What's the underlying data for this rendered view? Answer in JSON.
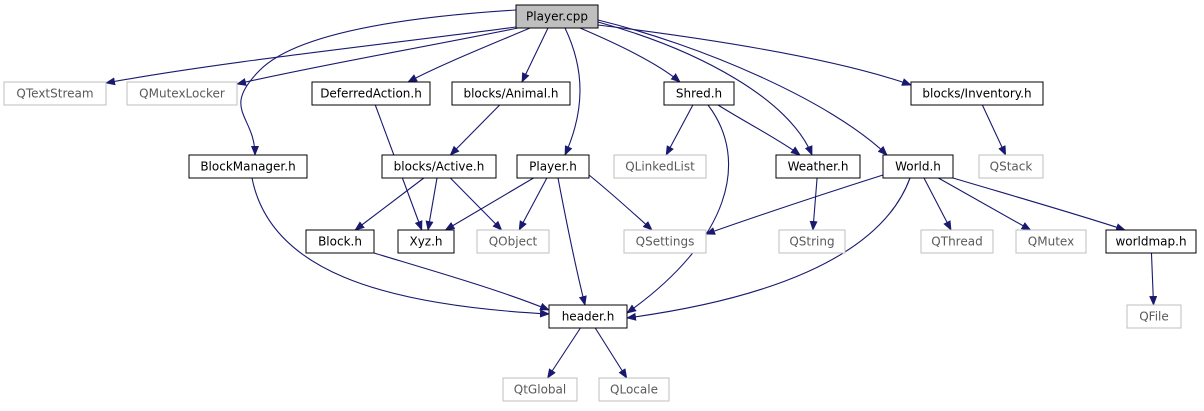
{
  "colors": {
    "edge": "#191970",
    "node_border_defined": "#000000",
    "node_border_external": "#bfbfbf",
    "root_fill": "#bfbfbf",
    "text_defined": "#000000",
    "text_external": "#5a5a5a"
  },
  "nodes": [
    {
      "id": "player_cpp",
      "label": "Player.cpp",
      "kind": "root"
    },
    {
      "id": "qtextstream",
      "label": "QTextStream",
      "kind": "external"
    },
    {
      "id": "qmutexlocker",
      "label": "QMutexLocker",
      "kind": "external"
    },
    {
      "id": "deferredaction_h",
      "label": "DeferredAction.h",
      "kind": "defined"
    },
    {
      "id": "animal_h",
      "label": "blocks/Animal.h",
      "kind": "defined"
    },
    {
      "id": "shred_h",
      "label": "Shred.h",
      "kind": "defined"
    },
    {
      "id": "inventory_h",
      "label": "blocks/Inventory.h",
      "kind": "defined"
    },
    {
      "id": "blockmanager_h",
      "label": "BlockManager.h",
      "kind": "defined"
    },
    {
      "id": "active_h",
      "label": "blocks/Active.h",
      "kind": "defined"
    },
    {
      "id": "player_h",
      "label": "Player.h",
      "kind": "defined"
    },
    {
      "id": "qlinkedlist",
      "label": "QLinkedList",
      "kind": "external"
    },
    {
      "id": "weather_h",
      "label": "Weather.h",
      "kind": "defined"
    },
    {
      "id": "world_h",
      "label": "World.h",
      "kind": "defined"
    },
    {
      "id": "qstack",
      "label": "QStack",
      "kind": "external"
    },
    {
      "id": "block_h",
      "label": "Block.h",
      "kind": "defined"
    },
    {
      "id": "xyz_h",
      "label": "Xyz.h",
      "kind": "defined"
    },
    {
      "id": "qobject",
      "label": "QObject",
      "kind": "external"
    },
    {
      "id": "qsettings",
      "label": "QSettings",
      "kind": "external"
    },
    {
      "id": "qstring",
      "label": "QString",
      "kind": "external"
    },
    {
      "id": "qthread",
      "label": "QThread",
      "kind": "external"
    },
    {
      "id": "qmutex",
      "label": "QMutex",
      "kind": "external"
    },
    {
      "id": "worldmap_h",
      "label": "worldmap.h",
      "kind": "defined"
    },
    {
      "id": "header_h",
      "label": "header.h",
      "kind": "defined"
    },
    {
      "id": "qfile",
      "label": "QFile",
      "kind": "external"
    },
    {
      "id": "qtglobal",
      "label": "QtGlobal",
      "kind": "external"
    },
    {
      "id": "qlocale",
      "label": "QLocale",
      "kind": "external"
    }
  ],
  "edges": [
    {
      "from": "player_cpp",
      "to": "qtextstream"
    },
    {
      "from": "player_cpp",
      "to": "qmutexlocker"
    },
    {
      "from": "player_cpp",
      "to": "deferredaction_h"
    },
    {
      "from": "player_cpp",
      "to": "animal_h"
    },
    {
      "from": "player_cpp",
      "to": "shred_h"
    },
    {
      "from": "player_cpp",
      "to": "inventory_h"
    },
    {
      "from": "player_cpp",
      "to": "blockmanager_h"
    },
    {
      "from": "player_cpp",
      "to": "player_h"
    },
    {
      "from": "player_cpp",
      "to": "weather_h"
    },
    {
      "from": "player_cpp",
      "to": "world_h"
    },
    {
      "from": "deferredaction_h",
      "to": "xyz_h"
    },
    {
      "from": "animal_h",
      "to": "active_h"
    },
    {
      "from": "shred_h",
      "to": "qlinkedlist"
    },
    {
      "from": "shred_h",
      "to": "weather_h"
    },
    {
      "from": "shred_h",
      "to": "header_h"
    },
    {
      "from": "inventory_h",
      "to": "qstack"
    },
    {
      "from": "blockmanager_h",
      "to": "header_h"
    },
    {
      "from": "active_h",
      "to": "block_h"
    },
    {
      "from": "active_h",
      "to": "xyz_h"
    },
    {
      "from": "active_h",
      "to": "qobject"
    },
    {
      "from": "player_h",
      "to": "xyz_h"
    },
    {
      "from": "player_h",
      "to": "qobject"
    },
    {
      "from": "player_h",
      "to": "qsettings"
    },
    {
      "from": "player_h",
      "to": "header_h"
    },
    {
      "from": "weather_h",
      "to": "qstring"
    },
    {
      "from": "world_h",
      "to": "qsettings"
    },
    {
      "from": "world_h",
      "to": "qthread"
    },
    {
      "from": "world_h",
      "to": "qmutex"
    },
    {
      "from": "world_h",
      "to": "worldmap_h"
    },
    {
      "from": "world_h",
      "to": "header_h"
    },
    {
      "from": "block_h",
      "to": "header_h"
    },
    {
      "from": "worldmap_h",
      "to": "qfile"
    },
    {
      "from": "header_h",
      "to": "qtglobal"
    },
    {
      "from": "header_h",
      "to": "qlocale"
    }
  ]
}
